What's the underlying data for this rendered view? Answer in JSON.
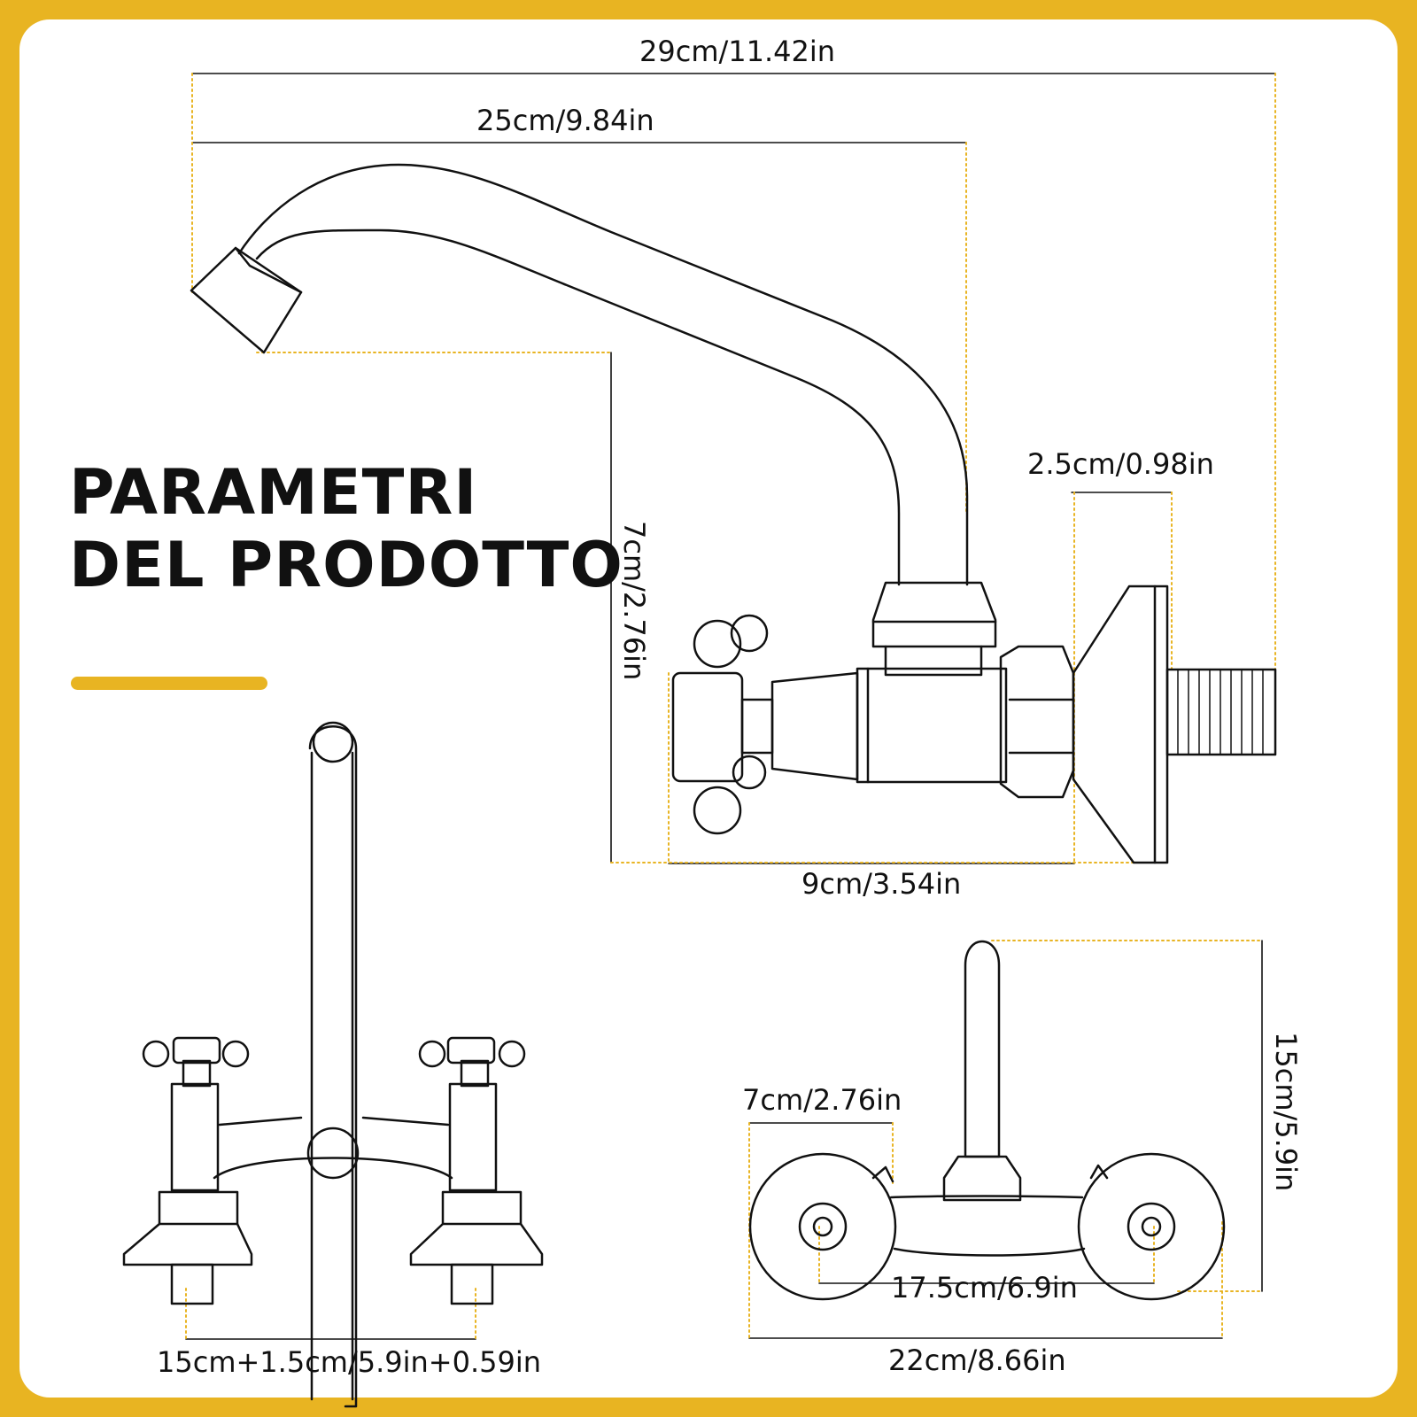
{
  "title": {
    "line1": "PARAMETRI",
    "line2": "DEL PRODOTTO"
  },
  "accent_color": "#e8b422",
  "dimensions": {
    "overall_length": "29cm/11.42in",
    "spout_reach": "25cm/9.84in",
    "body_height": "7cm/2.76in",
    "thread_length": "2.5cm/0.98in",
    "body_width": "9cm/3.54in",
    "handle_spacing": "15cm+1.5cm/5.9in+0.59in",
    "flange_diameter": "7cm/2.76in",
    "total_height": "15cm/5.9in",
    "center_distance": "17.5cm/6.9in",
    "total_width": "22cm/8.66in"
  }
}
